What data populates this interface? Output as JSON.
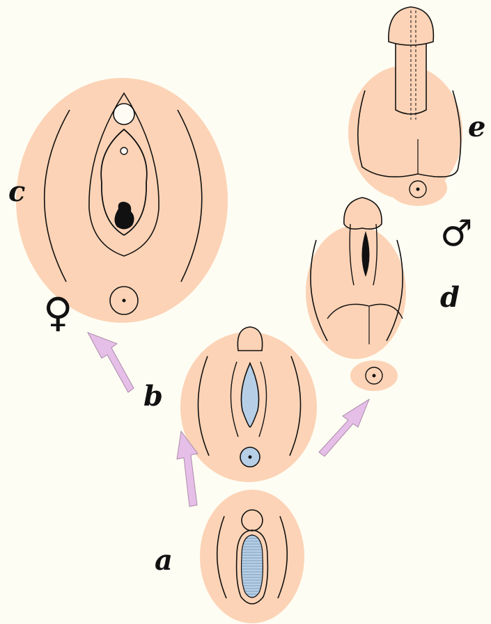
{
  "labels": {
    "a": "a",
    "b": "b",
    "c": "c",
    "d": "d",
    "e": "e"
  },
  "symbols": {
    "female": "♀",
    "male": "♂"
  },
  "colors": {
    "background": "#fefdf3",
    "skin": "#fcd3b6",
    "arrow": "#e6bfe8",
    "arrow_outline": "#a98aa9",
    "membrane": "#b7cfe6",
    "outline": "#111111"
  }
}
